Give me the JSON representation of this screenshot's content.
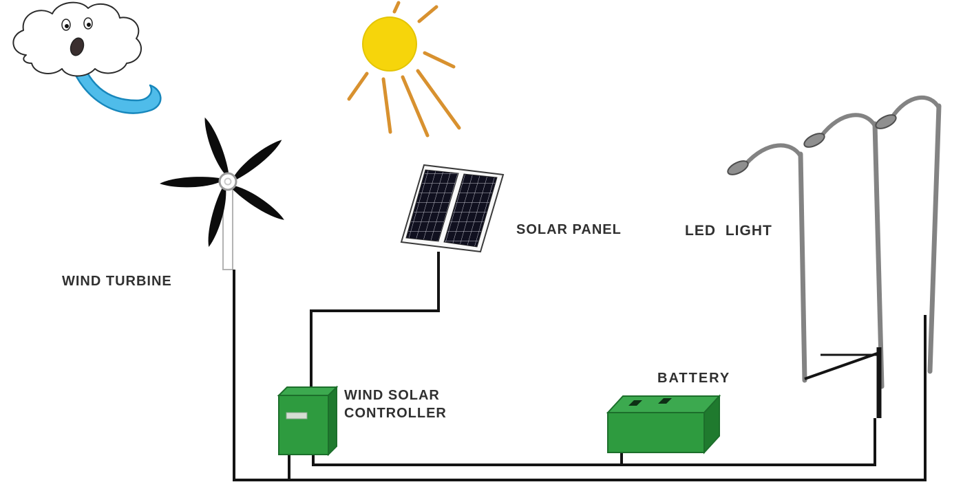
{
  "diagram": {
    "title": "wind-solar-hybrid-led-street-light-diagram",
    "labels": {
      "wind_turbine": "WIND TURBINE",
      "solar_panel": "SOLAR PANEL",
      "led_light": "LED LIGHT",
      "controller_line1": "WIND SOLAR",
      "controller_line2": "CONTROLLER",
      "battery": "BATTERY"
    },
    "colors": {
      "sun_yellow": "#F6D50B",
      "ray_orange": "#D8912F",
      "wind_blue": "#4FBCEA",
      "wind_blue_dark": "#1787BC",
      "panel_dark": "#10101F",
      "box_green": "#2E9B3F",
      "box_green_light": "#3CA94F",
      "box_green_dark": "#1F7A2E",
      "pole_gray": "#838383",
      "wire_black": "#141414",
      "label_text": "#303030",
      "background": "#FFFFFF"
    },
    "components": [
      "cloud-wind",
      "wind-turbine",
      "sun",
      "solar-panel",
      "led-street-lights",
      "wind-solar-controller",
      "battery"
    ],
    "connections": [
      {
        "from": "wind-turbine",
        "to": "wind-solar-controller"
      },
      {
        "from": "solar-panel",
        "to": "wind-solar-controller"
      },
      {
        "from": "wind-solar-controller",
        "to": "battery"
      },
      {
        "from": "battery",
        "to": "led-street-lights"
      }
    ]
  }
}
